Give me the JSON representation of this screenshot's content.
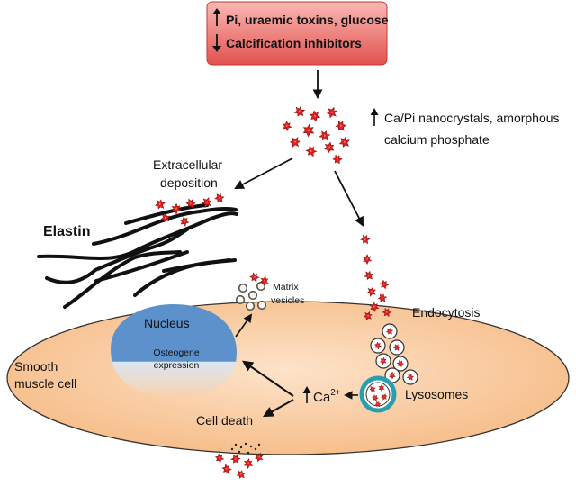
{
  "stimulus_box": {
    "line1": "Pi, uraemic toxins, glucose",
    "line2": "Calcification inhibitors",
    "line1_arrow": "up-arrow-icon",
    "line2_arrow": "down-arrow-icon",
    "color_top": "#f7a8a4",
    "color_bottom": "#e0504c"
  },
  "nanocrystals": {
    "line1": "Ca/Pi nanocrystals, amorphous",
    "line2": "calcium phosphate",
    "arrow": "up-arrow-icon"
  },
  "labels": {
    "extracellular_line1": "Extracellular",
    "extracellular_line2": "deposition",
    "elastin": "Elastin",
    "matrix_line1": "Matrix",
    "matrix_line2": "vesicles",
    "endocytosis": "Endocytosis",
    "nucleus": "Nucleus",
    "osteogene_line1": "Osteogene",
    "osteogene_line2": "expression",
    "cell_line1": "Smooth",
    "cell_line2": "muscle cell",
    "calcium": "Ca",
    "calcium_charge": "2+",
    "lysosomes": "Lysosomes",
    "cell_death": "Cell death"
  },
  "colors": {
    "crystal": "#e02020",
    "cell_fill": "#f9c79a",
    "nucleus": "#5b8fc9",
    "lysosome_ring": "#2a9db0"
  }
}
